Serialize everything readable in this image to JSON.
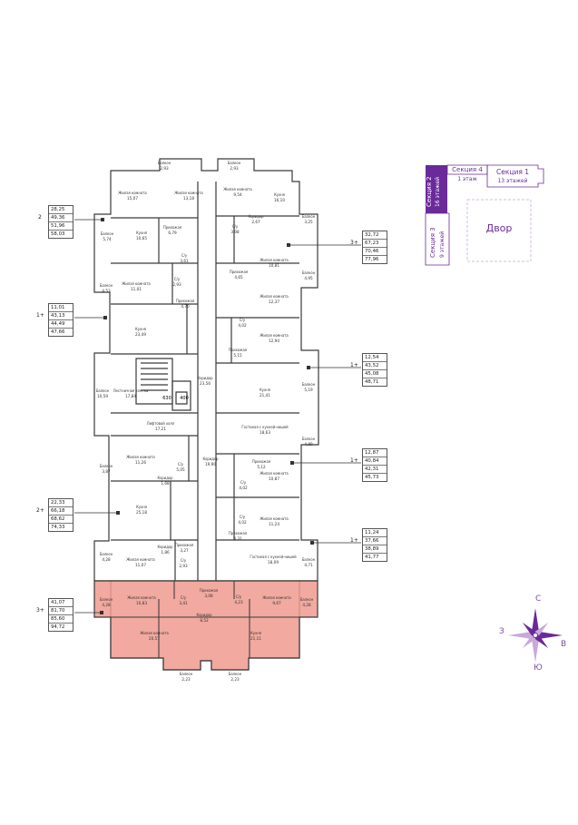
{
  "colors": {
    "wall": "#3a3a3a",
    "highlight": "#ef9a8f",
    "accent": "#6a2a9a",
    "accent_light": "#c8a9d9"
  },
  "apartments": [
    {
      "code": "2",
      "values": [
        "28,25",
        "49,36",
        "51,96",
        "58,03"
      ]
    },
    {
      "code": "1+",
      "values": [
        "11,01",
        "43,13",
        "44,49",
        "47,66"
      ]
    },
    {
      "code": "2+",
      "values": [
        "22,33",
        "66,18",
        "68,62",
        "74,33"
      ]
    },
    {
      "code": "3+",
      "values": [
        "41,07",
        "81,70",
        "85,60",
        "94,72"
      ]
    },
    {
      "code": "3+",
      "values": [
        "32,72",
        "67,23",
        "70,46",
        "77,96"
      ]
    },
    {
      "code": "1+",
      "values": [
        "12,54",
        "43,52",
        "45,08",
        "48,71"
      ]
    },
    {
      "code": "1+",
      "values": [
        "12,87",
        "40,84",
        "42,31",
        "45,73"
      ]
    },
    {
      "code": "1+",
      "values": [
        "11,24",
        "37,66",
        "38,89",
        "41,77"
      ]
    }
  ],
  "rooms": [
    {
      "label": "Балкон",
      "area": "2,93"
    },
    {
      "label": "Балкон",
      "area": "2,93"
    },
    {
      "label": "Жилая комната",
      "area": "15,07"
    },
    {
      "label": "Жилая комната",
      "area": "13,18"
    },
    {
      "label": "Жилая комната",
      "area": "9,54"
    },
    {
      "label": "Кухня",
      "area": "16,10"
    },
    {
      "label": "Коридор",
      "area": "2,67"
    },
    {
      "label": "С/у",
      "area": "3,08"
    },
    {
      "label": "Балкон",
      "area": "3,25"
    },
    {
      "label": "Балкон",
      "area": "5,74"
    },
    {
      "label": "Кухня",
      "area": "10,65"
    },
    {
      "label": "Прихожая",
      "area": "6,79"
    },
    {
      "label": "С/у",
      "area": "3,61"
    },
    {
      "label": "Жилая комната",
      "area": "10,81"
    },
    {
      "label": "Балкон",
      "area": "4,95"
    },
    {
      "label": "Прихожая",
      "area": "4,65"
    },
    {
      "label": "Балкон",
      "area": "4,53"
    },
    {
      "label": "Жилая комната",
      "area": "11,01"
    },
    {
      "label": "С/у",
      "area": "2,93"
    },
    {
      "label": "Прихожая",
      "area": "4,70"
    },
    {
      "label": "Жилая комната",
      "area": "12,37"
    },
    {
      "label": "Кухня",
      "area": "23,49"
    },
    {
      "label": "С/у",
      "area": "4,02"
    },
    {
      "label": "Жилая комната",
      "area": "12,94"
    },
    {
      "label": "Прихожая",
      "area": "5,15"
    },
    {
      "label": "Балкон",
      "area": "10,59"
    },
    {
      "label": "Лестничная клетка",
      "area": "17,84"
    },
    {
      "label": "Коридор",
      "area": "23,56"
    },
    {
      "label": "Кухня",
      "area": "21,41"
    },
    {
      "label": "Балкон",
      "area": "5,19"
    },
    {
      "label": "Лифтовой холл",
      "area": "17,21"
    },
    {
      "label": "Гостиная с кухней-нишей",
      "area": "18,63"
    },
    {
      "label": "Балкон",
      "area": "4,89"
    },
    {
      "label": "Балкон",
      "area": "3,87"
    },
    {
      "label": "Жилая комната",
      "area": "11,26"
    },
    {
      "label": "С/у",
      "area": "5,05"
    },
    {
      "label": "Коридор",
      "area": "19,90"
    },
    {
      "label": "Прихожая",
      "area": "5,12"
    },
    {
      "label": "Коридор",
      "area": "1,68"
    },
    {
      "label": "Жилая комната",
      "area": "10,87"
    },
    {
      "label": "С/у",
      "area": "4,02"
    },
    {
      "label": "Кухня",
      "area": "25,18"
    },
    {
      "label": "С/у",
      "area": "4,02"
    },
    {
      "label": "Жилая комната",
      "area": "11,24"
    },
    {
      "label": "Прихожая",
      "area": "4,31"
    },
    {
      "label": "Коридор",
      "area": "1,86"
    },
    {
      "label": "Прихожая",
      "area": "3,27"
    },
    {
      "label": "Балкон",
      "area": "4,28"
    },
    {
      "label": "Жилая комната",
      "area": "11,07"
    },
    {
      "label": "С/у",
      "area": "2,93"
    },
    {
      "label": "Гостиная с кухней-нишей",
      "area": "18,09"
    },
    {
      "label": "Балкон",
      "area": "4,71"
    },
    {
      "label": "Прихожая",
      "area": "3,08"
    },
    {
      "label": "Балкон",
      "area": "4,28"
    },
    {
      "label": "Жилая комната",
      "area": "10,83"
    },
    {
      "label": "С/у",
      "area": "3,41"
    },
    {
      "label": "С/у",
      "area": "4,23"
    },
    {
      "label": "Жилая комната",
      "area": "9,67"
    },
    {
      "label": "Балкон",
      "area": "4,28"
    },
    {
      "label": "Коридор",
      "area": "8,52"
    },
    {
      "label": "Жилая комната",
      "area": "20,57"
    },
    {
      "label": "Кухня",
      "area": "21,11"
    },
    {
      "label": "Балкон",
      "area": "2,23"
    },
    {
      "label": "Балкон",
      "area": "2,23"
    }
  ],
  "lift_labels": [
    "630",
    "400"
  ],
  "mini_plan": {
    "section2": "Секция 2",
    "section2_floors": "16 этажей",
    "section4": "Секция 4",
    "section4_floors": "1 этаж",
    "section1": "Секция 1",
    "section1_floors": "13 этажей",
    "section3": "Секция 3",
    "section3_floors": "9 этажей",
    "yard": "Двор"
  },
  "compass": {
    "north": "С",
    "south": "Ю",
    "west": "З",
    "east": "В"
  }
}
